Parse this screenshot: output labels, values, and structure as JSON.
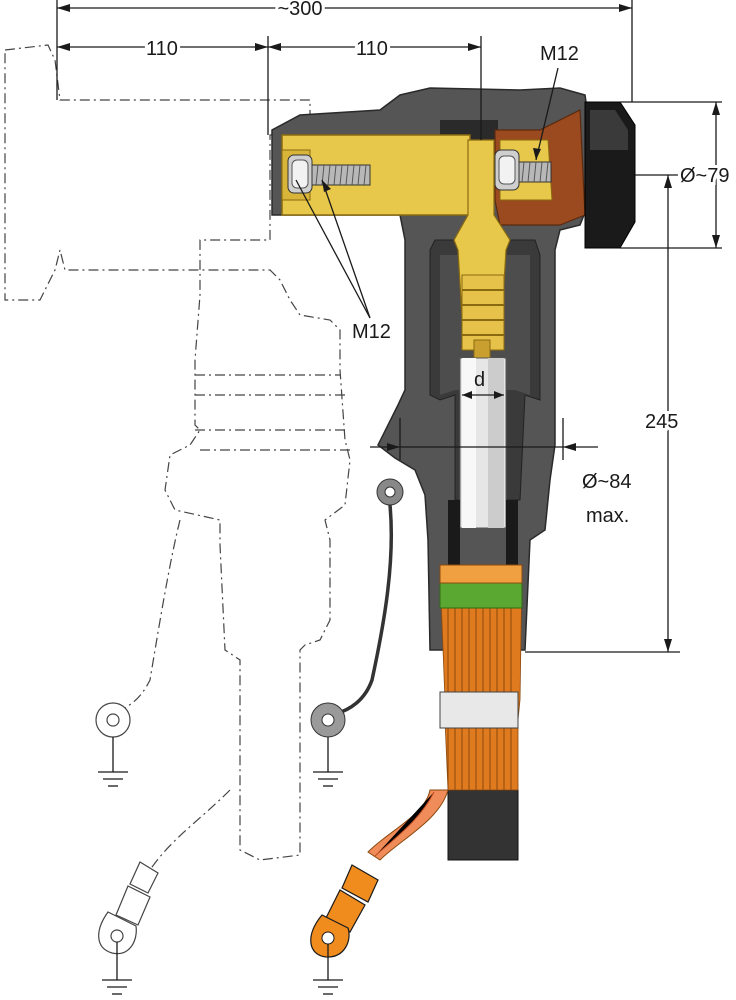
{
  "dimensions": {
    "overall_width": "~300",
    "left_span": "110",
    "right_span": "110",
    "diameter_top": "Ø~79",
    "height": "245",
    "diameter_body": "Ø~84",
    "diameter_body_note": "max.",
    "conductor": "d"
  },
  "callouts": {
    "bolt_right": "M12",
    "bolt_left": "M12"
  },
  "colors": {
    "housing": "#555555",
    "housing_dark": "#3a3a3a",
    "brass": "#e8c84a",
    "copper": "#9a4a1e",
    "cap": "#1a1a1a",
    "insulation": "#d6d6d6",
    "screen_wires": "#e07a1e",
    "band_green": "#5aa832",
    "cable_jacket": "#333333",
    "earth_lug": "#f08c1e"
  }
}
